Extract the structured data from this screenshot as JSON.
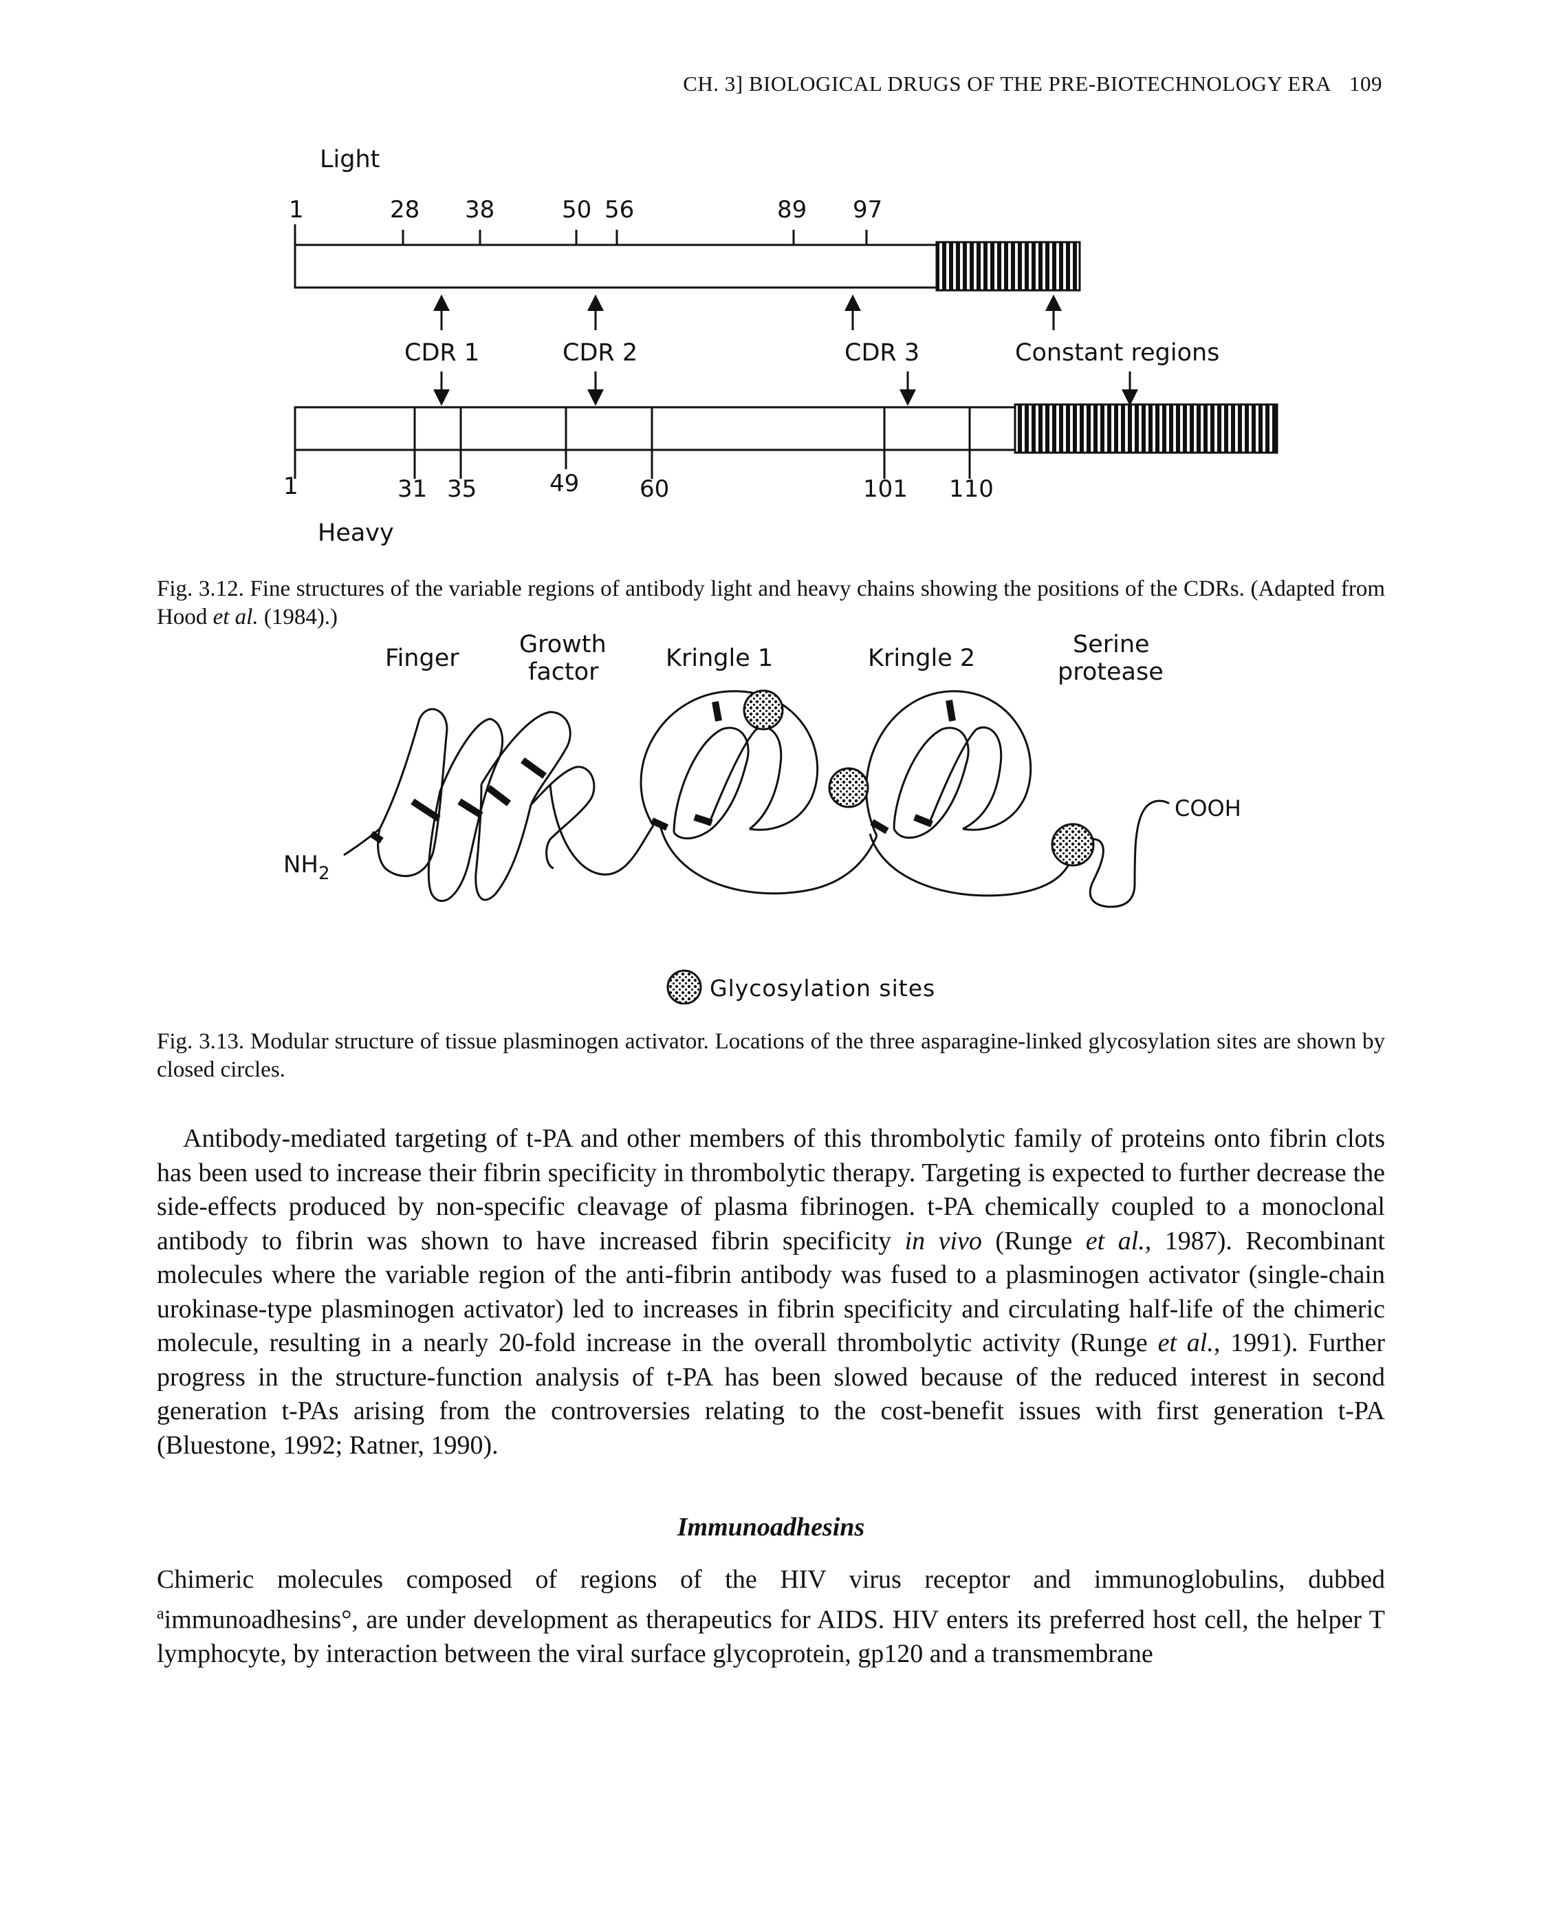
{
  "running_head": {
    "text": "CH. 3] BIOLOGICAL DRUGS OF THE PRE-BIOTECHNOLOGY ERA",
    "page_number": "109"
  },
  "fig_3_12": {
    "light_label": "Light",
    "heavy_label": "Heavy",
    "light_positions": [
      "1",
      "28",
      "38",
      "50",
      "56",
      "89",
      "97"
    ],
    "heavy_positions": [
      "1",
      "31",
      "35",
      "49",
      "60",
      "101",
      "110"
    ],
    "cdr_labels": [
      "CDR 1",
      "CDR 2",
      "CDR 3",
      "Constant regions"
    ],
    "caption_main": "Fig. 3.12. Fine structures of the variable regions of antibody light and heavy chains showing the positions of the CDRs. (Adapted from Hood",
    "caption_etal": "et al.",
    "caption_end": "(1984).)"
  },
  "fig_3_13": {
    "domain_labels": {
      "finger": "Finger",
      "growth_1": "Growth",
      "growth_2": "factor",
      "kringle1": "Kringle 1",
      "kringle2": "Kringle 2",
      "serine_1": "Serine",
      "serine_2": "protease"
    },
    "nh2": "NH",
    "nh2_sub": "2",
    "cooh": "COOH",
    "legend": "Glycosylation sites",
    "caption": "Fig. 3.13. Modular structure of tissue plasminogen activator. Locations of the three asparagine-linked glycosylation sites are shown by closed circles."
  },
  "paragraph1": {
    "part1": "Antibody-mediated targeting of t-PA and other members of this thrombolytic family of proteins onto fibrin clots has been used to increase their fibrin specificity in thrombolytic therapy. Targeting is expected to further decrease the side-effects produced by non-specific cleavage of plasma fibrinogen. t-PA chemically coupled to a monoclonal antibody to fibrin was shown to have increased fibrin specificity",
    "italic1": "in vivo",
    "part2": "(Runge",
    "italic2": "et al.,",
    "part3": "1987). Recombinant molecules where the variable region of the anti-fibrin antibody was fused to a plasminogen activator (single-chain urokinase-type plasminogen activator) led to increases in fibrin specificity and circulating half-life of the chimeric molecule, resulting in a nearly 20-fold increase in the overall thrombolytic activity (Runge",
    "italic3": "et al.,",
    "part4": "1991). Further progress in the structure-function analysis of t-PA has been slowed because of the reduced interest in second generation t-PAs arising from the controversies relating to the cost-benefit issues with first generation t-PA (Bluestone, 1992; Ratner, 1990)."
  },
  "section_heading": "Immunoadhesins",
  "paragraph2": {
    "part1": "Chimeric molecules composed of regions of the HIV virus receptor and immunoglobulins, dubbed",
    "sup": "a",
    "part2": "immunoadhesins°,  are under development as therapeutics for AIDS. HIV enters its preferred host cell, the helper T lymphocyte, by interaction between the viral surface glycoprotein, gp120 and a transmembrane"
  }
}
